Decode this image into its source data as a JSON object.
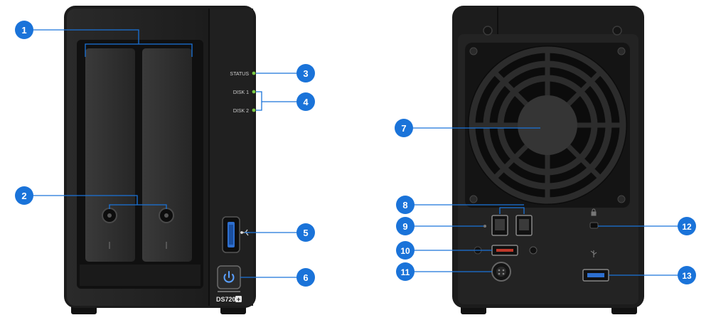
{
  "front": {
    "status_label": "STATUS",
    "disk1_label": "DISK 1",
    "disk2_label": "DISK 2",
    "model_label": "DS720",
    "model_plus": "+"
  },
  "callouts": [
    {
      "number": "1"
    },
    {
      "number": "2"
    },
    {
      "number": "3"
    },
    {
      "number": "4"
    },
    {
      "number": "5"
    },
    {
      "number": "6"
    },
    {
      "number": "7"
    },
    {
      "number": "8"
    },
    {
      "number": "9"
    },
    {
      "number": "10"
    },
    {
      "number": "11"
    },
    {
      "number": "12"
    },
    {
      "number": "13"
    }
  ],
  "colors": {
    "accent": "#1a73d9",
    "led": "#7ac943",
    "chassis": "#1e1e1e",
    "panel": "#262626"
  }
}
